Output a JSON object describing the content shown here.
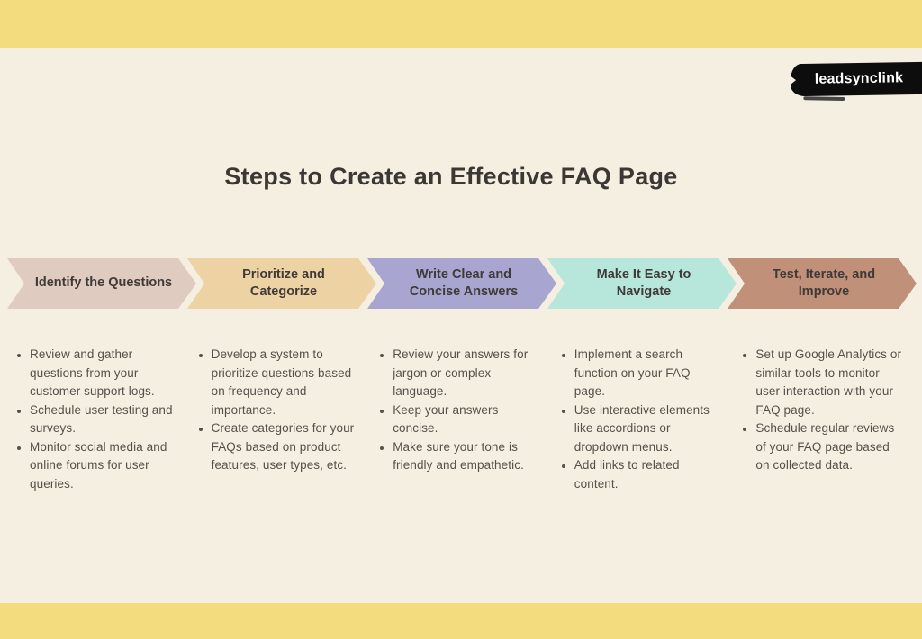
{
  "page": {
    "title": "Steps to Create an Effective FAQ Page",
    "brand": "leadsynclink"
  },
  "colors": {
    "top_bar": "#f2dc7d",
    "bottom_bar": "#f2dc7d",
    "background": "#f5efe2",
    "title_text": "#3b3734",
    "body_text": "#57504a",
    "banner_text": "#3e3a37",
    "logo_background": "#0d0d0d",
    "logo_text": "#ffffff"
  },
  "steps": [
    {
      "label": "Identify the Questions",
      "color": "#e0cbc0",
      "bullets": [
        "Review and gather questions from your customer support logs.",
        "Schedule user testing and surveys.",
        "Monitor social media and online forums for user queries."
      ]
    },
    {
      "label": "Prioritize and Categorize",
      "color": "#edd3a4",
      "bullets": [
        "Develop a system to prioritize questions based on frequency and importance.",
        "Create categories for your FAQs based on product features, user types, etc."
      ]
    },
    {
      "label": "Write Clear and Concise Answers",
      "color": "#a8a5d0",
      "bullets": [
        "Review your answers for jargon or complex language.",
        "Keep your answers concise.",
        "Make sure your tone is friendly and empathetic."
      ]
    },
    {
      "label": "Make It Easy to Navigate",
      "color": "#b7e6da",
      "bullets": [
        "Implement a search function on your FAQ page.",
        "Use interactive elements like accordions or dropdown menus.",
        "Add links to related content."
      ]
    },
    {
      "label": "Test, Iterate, and Improve",
      "color": "#c09078",
      "bullets": [
        "Set up Google Analytics or similar tools to monitor user interaction with your FAQ page.",
        "Schedule regular reviews of your FAQ page based on collected data."
      ]
    }
  ]
}
